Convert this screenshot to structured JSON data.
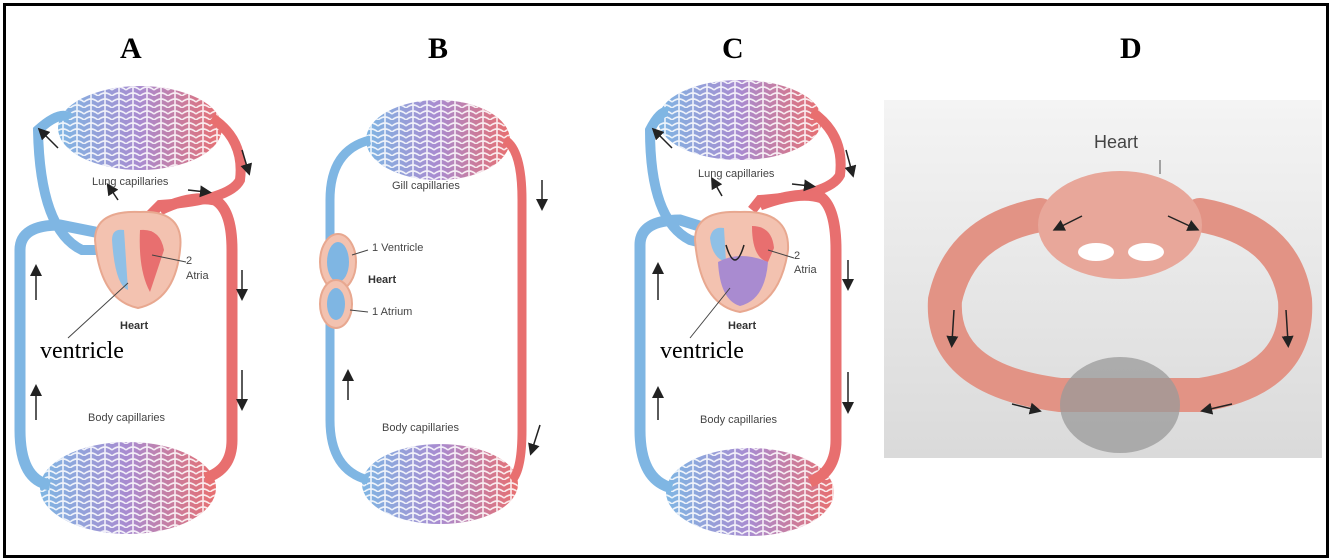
{
  "panels": {
    "a": {
      "letter": "A",
      "lung_label": "Lung capillaries",
      "body_label": "Body capillaries",
      "atria_count": "2",
      "atria_label": "Atria",
      "heart_label": "Heart",
      "ventricle_label": "ventricle"
    },
    "b": {
      "letter": "B",
      "gill_label": "Gill capillaries",
      "ventricle_label": "1 Ventricle",
      "heart_label": "Heart",
      "atrium_label": "1 Atrium",
      "body_label": "Body capillaries"
    },
    "c": {
      "letter": "C",
      "lung_label": "Lung capillaries",
      "body_label": "Body capillaries",
      "atria_count": "2",
      "atria_label": "Atria",
      "heart_label": "Heart",
      "ventricle_label": "ventricle"
    },
    "d": {
      "letter": "D",
      "heart_label": "Heart"
    }
  },
  "colors": {
    "oxygenated": "#e86f6f",
    "deoxygenated": "#7fb6e3",
    "mixed": "#a98bd0",
    "heart": "#f3c2b0"
  }
}
